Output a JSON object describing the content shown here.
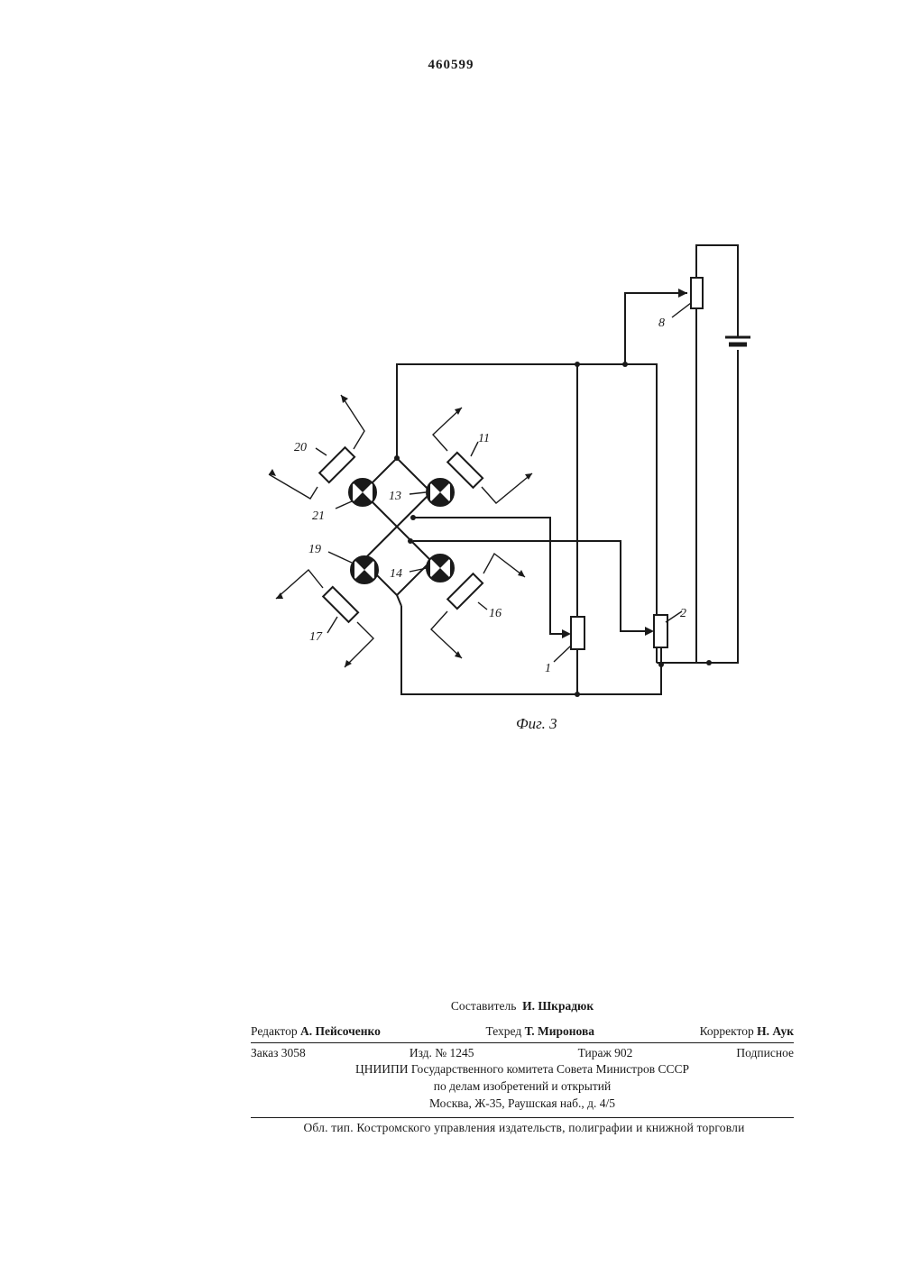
{
  "patent_number": "460599",
  "figure": {
    "caption": "Фиг. 3",
    "labels": {
      "l1": "1",
      "l2": "2",
      "l8": "8",
      "l11": "11",
      "l13": "13",
      "l14": "14",
      "l16": "16",
      "l17": "17",
      "l19": "19",
      "l20": "20",
      "l21": "21"
    }
  },
  "imprint": {
    "compiler_label": "Составитель",
    "compiler_name": "И. Шкрадюк",
    "editor_label": "Редактор",
    "editor_name": "А. Пейсоченко",
    "techred_label": "Техред",
    "techred_name": "Т. Миронова",
    "corrector_label": "Корректор",
    "corrector_name": "Н. Аук",
    "order": "Заказ 3058",
    "edition": "Изд. № 1245",
    "print_run": "Тираж 902",
    "subscription": "Подписное",
    "org_line1": "ЦНИИПИ Государственного комитета Совета Министров СССР",
    "org_line2": "по делам изобретений и открытий",
    "org_line3": "Москва, Ж-35, Раушская наб., д. 4/5",
    "printer": "Обл. тип. Костромского управления издательств, полиграфии и книжной торговли"
  }
}
